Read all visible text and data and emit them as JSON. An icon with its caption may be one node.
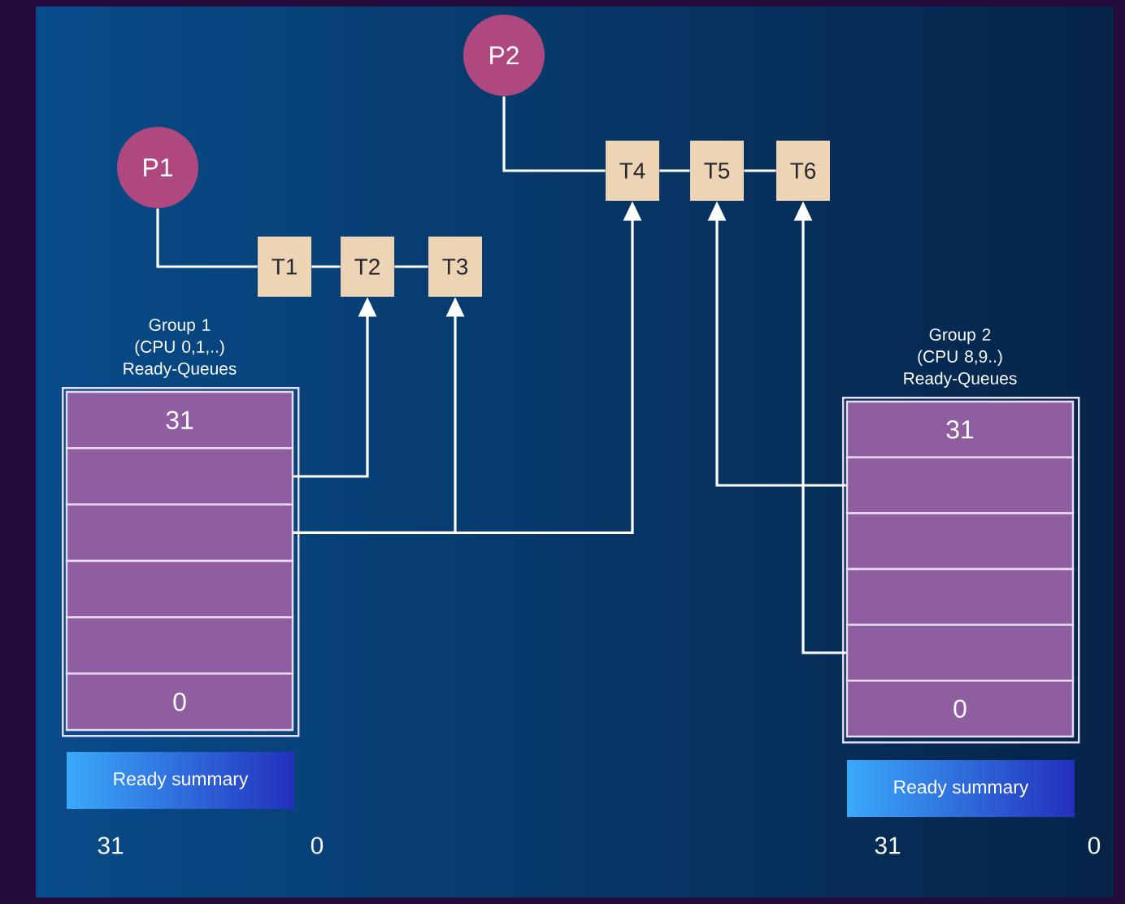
{
  "diagram": {
    "nodes": [
      {
        "text": [
          "P1"
        ]
      },
      {
        "text": [
          "P2"
        ]
      },
      {
        "text": [
          "T1"
        ]
      },
      {
        "text": [
          "T2"
        ]
      },
      {
        "text": [
          "T3"
        ]
      },
      {
        "text": [
          "T4"
        ]
      },
      {
        "text": [
          "T5"
        ]
      },
      {
        "text": [
          "T6"
        ]
      },
      {
        "text": [
          "Group 1 (CPU 0,1,..) Ready-Queues"
        ]
      },
      {
        "text": [
          "31"
        ],
        "in": 8
      },
      {
        "text": [],
        "shape": "box",
        "in": 8
      },
      {
        "text": [],
        "shape": "box",
        "in": 8
      },
      {
        "text": [],
        "shape": "box",
        "in": 8
      },
      {
        "text": [],
        "shape": "box",
        "in": 8
      },
      {
        "text": [
          "0"
        ],
        "in": 8
      },
      {
        "text": [
          "Group 2 (CPU 8,9..) Ready-Queues"
        ]
      },
      {
        "text": [
          "31"
        ],
        "in": 15
      },
      {
        "text": [],
        "shape": "box",
        "in": 15
      },
      {
        "text": [],
        "shape": "box",
        "in": 15
      },
      {
        "text": [],
        "shape": "box",
        "in": 15
      },
      {
        "text": [],
        "shape": "box",
        "in": 15
      },
      {
        "text": [
          "0"
        ],
        "in": 15
      },
      {
        "text": [
          "Ready summary"
        ]
      },
      {
        "text": [
          "Ready summary"
        ]
      }
    ],
    "edges": [
      {
        "from": 0,
        "to": 2,
        "arrow": "none"
      },
      {
        "from": 2,
        "to": 3,
        "arrow": "none"
      },
      {
        "from": 3,
        "to": 4,
        "arrow": "none"
      },
      {
        "from": 1,
        "to": 5,
        "arrow": "none"
      },
      {
        "from": 5,
        "to": 6,
        "arrow": "none"
      },
      {
        "from": 6,
        "to": 7,
        "arrow": "none"
      },
      {
        "from": 10,
        "to": 3,
        "arrow": "to"
      },
      {
        "from": 11,
        "to": 4,
        "arrow": "to"
      },
      {
        "from": 11,
        "to": 5,
        "arrow": "to"
      },
      {
        "from": 17,
        "to": 6,
        "arrow": "to"
      },
      {
        "from": 20,
        "to": 7,
        "arrow": "to"
      }
    ],
    "labels": [
      "31",
      "0",
      "31",
      "0"
    ]
  }
}
